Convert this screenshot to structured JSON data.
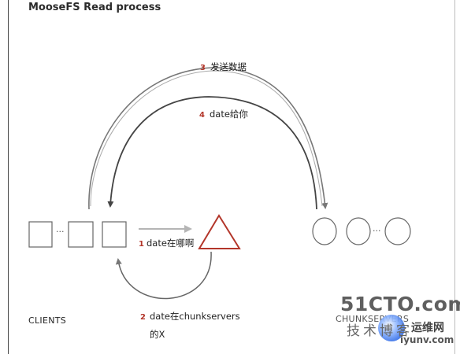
{
  "title": "MooseFS Read process",
  "steps": {
    "s1": {
      "num": "1",
      "text": "date在哪啊"
    },
    "s2": {
      "num": "2",
      "text_line1": "date在chunkservers",
      "text_line2": "的X"
    },
    "s3": {
      "num": "3",
      "text": "发送数据"
    },
    "s4": {
      "num": "4",
      "text": "date给你"
    }
  },
  "labels": {
    "clients": "CLIENTS",
    "chunkservers": "CHUNKSERVERS"
  },
  "ellipsis": "···",
  "watermark": {
    "main": "51CTO.com",
    "sub": "技术博客",
    "sub2": "运维网",
    "url": "iyunv.com"
  },
  "colors": {
    "master_triangle": "#b3362a",
    "arrow_dark": "#444444",
    "arrow_light": "#9a9a9a",
    "step_number": "#b3362a"
  }
}
